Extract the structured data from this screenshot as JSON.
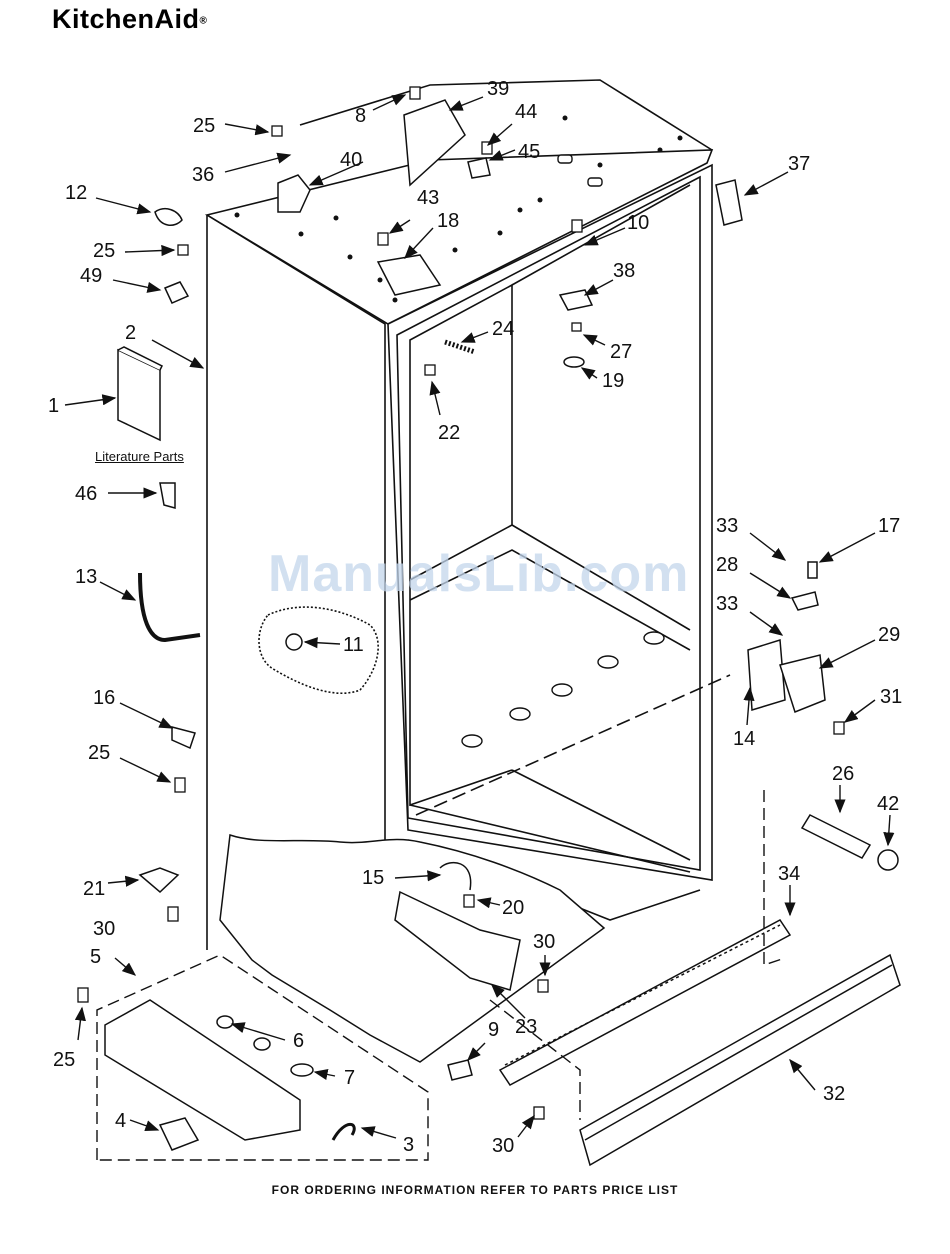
{
  "brand": {
    "name": "KitchenAid",
    "registered": "®"
  },
  "literature_label": "Literature Parts",
  "watermark": "ManualsLib.com",
  "footer": "FOR ORDERING INFORMATION REFER TO PARTS PRICE LIST",
  "callouts": {
    "n1": "1",
    "n2": "2",
    "n3": "3",
    "n4": "4",
    "n5": "5",
    "n6": "6",
    "n7": "7",
    "n8": "8",
    "n9": "9",
    "n10": "10",
    "n11": "11",
    "n12": "12",
    "n13": "13",
    "n14": "14",
    "n15": "15",
    "n16": "16",
    "n17": "17",
    "n18": "18",
    "n19": "19",
    "n20": "20",
    "n21": "21",
    "n22": "22",
    "n23": "23",
    "n24": "24",
    "n25a": "25",
    "n25b": "25",
    "n25c": "25",
    "n25d": "25",
    "n26": "26",
    "n27": "27",
    "n28": "28",
    "n29": "29",
    "n30a": "30",
    "n30b": "30",
    "n30c": "30",
    "n31": "31",
    "n32": "32",
    "n33a": "33",
    "n33b": "33",
    "n34": "34",
    "n36": "36",
    "n37": "37",
    "n38": "38",
    "n39": "39",
    "n40": "40",
    "n42": "42",
    "n43": "43",
    "n44": "44",
    "n45": "45",
    "n46": "46",
    "n49": "49"
  }
}
